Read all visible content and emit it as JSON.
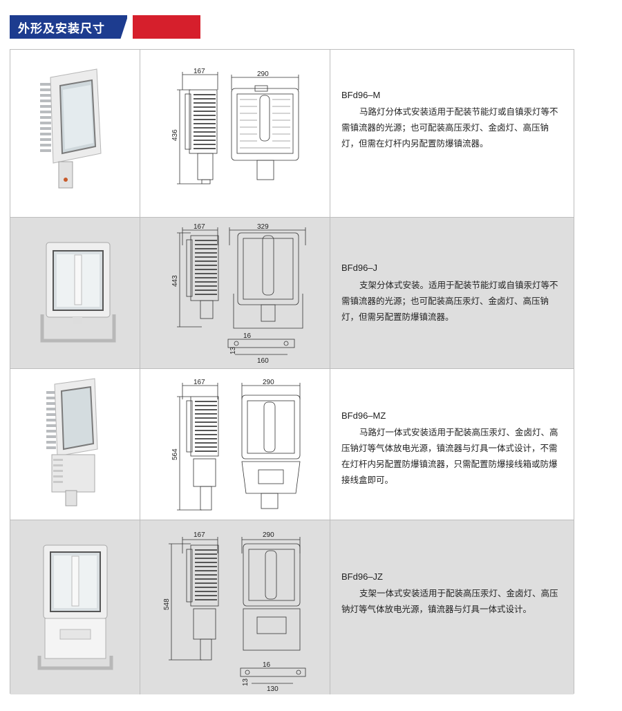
{
  "header": {
    "title": "外形及安装尺寸"
  },
  "products": [
    {
      "model": "BFd96–M",
      "description": "马路灯分体式安装适用于配装节能灯或自镇汞灯等不需镇流器的光源；也可配装高压汞灯、金卤灯、高压钠灯，但需在灯杆内另配置防爆镇流器。",
      "dims": {
        "side_width": "167",
        "front_width": "290",
        "height": "436"
      }
    },
    {
      "model": "BFd96–J",
      "description": "支架分体式安装。适用于配装节能灯或自镇汞灯等不需镇流器的光源；也可配装高压汞灯、金卤灯、高压钠灯，但需另配置防爆镇流器。",
      "dims": {
        "side_width": "167",
        "front_width": "329",
        "height": "443",
        "bracket_hole": "16",
        "bracket_thick": "13",
        "bracket_span": "160"
      }
    },
    {
      "model": "BFd96–MZ",
      "description": "马路灯一体式安装适用于配装高压汞灯、金卤灯、高压钠灯等气体放电光源，镇流器与灯具一体式设计，不需在灯杆内另配置防爆镇流器，只需配置防爆接线箱或防爆接线盒即可。",
      "dims": {
        "side_width": "167",
        "front_width": "290",
        "height": "564"
      }
    },
    {
      "model": "BFd96–JZ",
      "description": "支架一体式安装适用于配装高压汞灯、金卤灯、高压钠灯等气体放电光源，镇流器与灯具一体式设计。",
      "dims": {
        "side_width": "167",
        "front_width": "290",
        "height": "548",
        "bracket_hole": "16",
        "bracket_thick": "13",
        "bracket_span": "130"
      }
    }
  ],
  "colors": {
    "header_blue": "#1d3c8f",
    "header_red": "#d61f2c",
    "alt_row": "#dedede",
    "border": "#bdbdbd"
  }
}
